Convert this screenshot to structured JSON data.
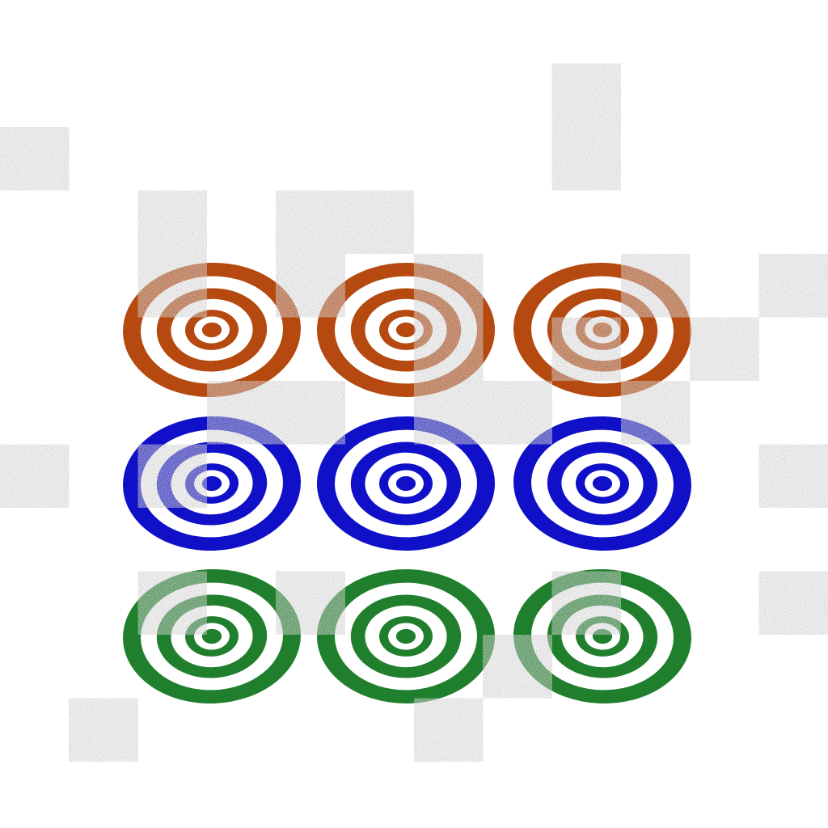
{
  "scene": {
    "background_color": "#ffffff",
    "noise_tile_color": "#a9a9a9",
    "target_rows": [
      {
        "name": "brown",
        "color": "#b5490f",
        "ring_count": 3
      },
      {
        "name": "blue",
        "color": "#1010c8",
        "ring_count": 3
      },
      {
        "name": "green",
        "color": "#1f7f2c",
        "ring_count": 3
      }
    ],
    "targets_per_row": 3,
    "noise_tile_count": 32
  }
}
